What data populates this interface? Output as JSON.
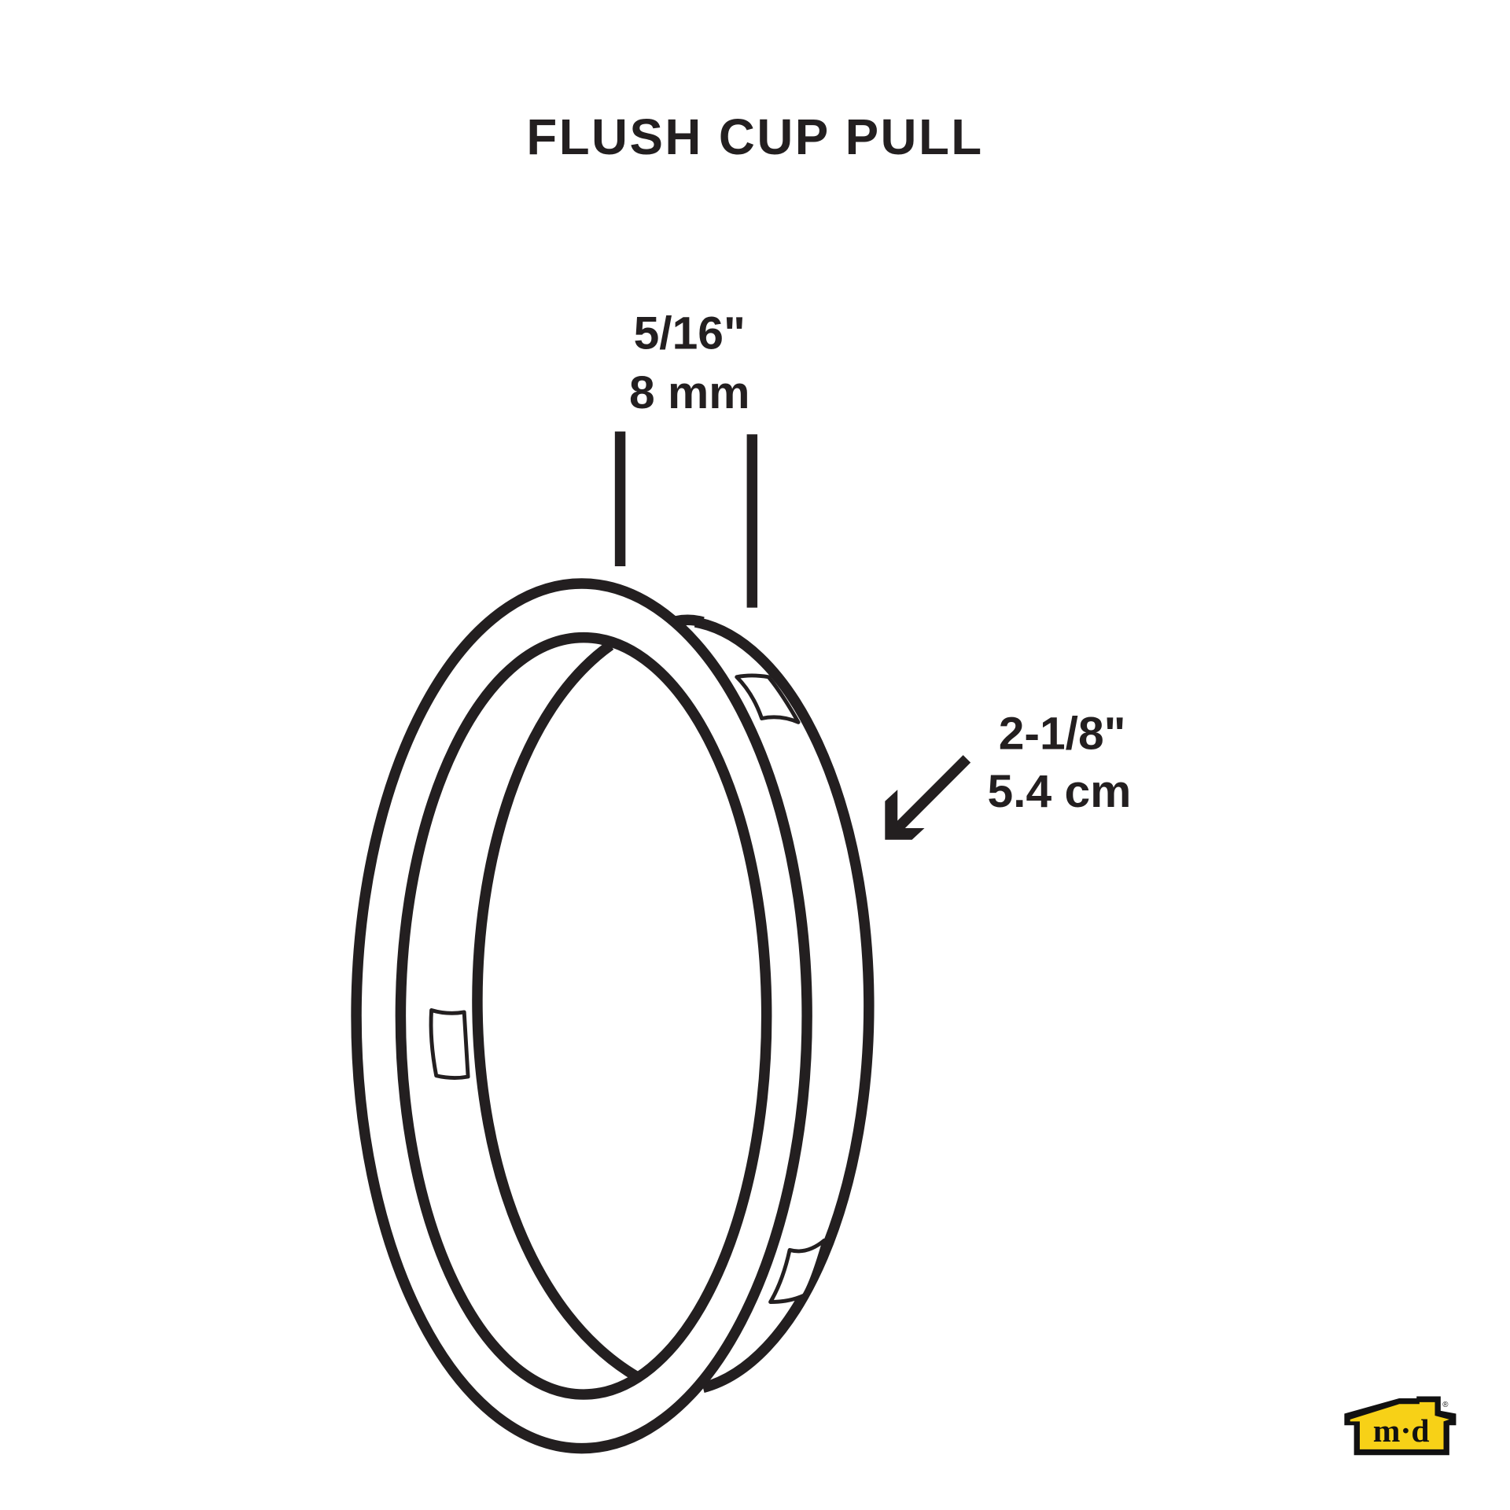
{
  "title": "FLUSH CUP PULL",
  "dimensions": {
    "thickness": {
      "imperial": "5/16\"",
      "metric": "8 mm"
    },
    "diameter": {
      "imperial": "2-1/8\"",
      "metric": "5.4 cm"
    }
  },
  "logo": {
    "text": "md",
    "brand_color": "#f7d117"
  }
}
